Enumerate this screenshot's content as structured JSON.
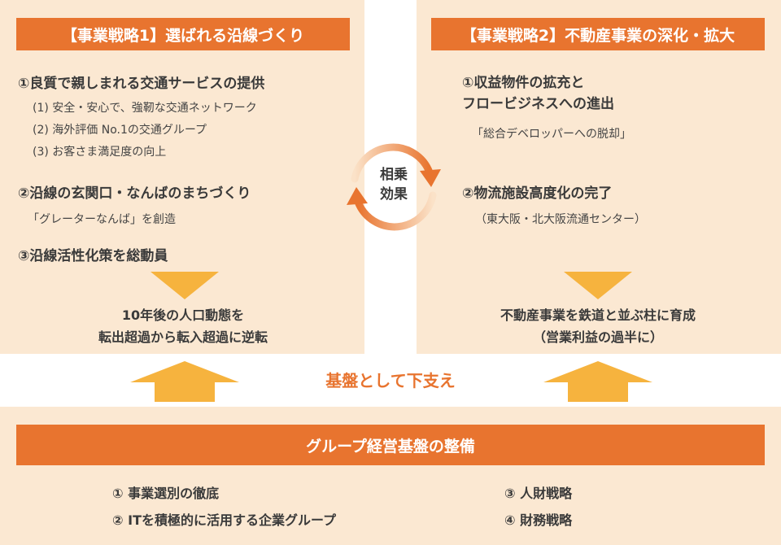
{
  "left": {
    "title": "【事業戦略1】選ばれる沿線づくり",
    "item1": "①良質で親しまれる交通サービスの提供",
    "item1_sub": [
      "(1) 安全・安心で、強靭な交通ネットワーク",
      "(2) 海外評価 No.1の交通グループ",
      "(3) お客さま満足度の向上"
    ],
    "item2": "②沿線の玄関口・なんばのまちづくり",
    "item2_sub": "「グレーターなんば」を創造",
    "item3": "③沿線活性化策を総動員",
    "result_line1": "10年後の人口動態を",
    "result_line2": "転出超過から転入超過に逆転"
  },
  "right": {
    "title": "【事業戦略2】不動産事業の深化・拡大",
    "item1_line1": "①収益物件の拡充と",
    "item1_line2": "フロービジネスへの進出",
    "item1_sub": "「総合デベロッパーへの脱却」",
    "item2": "②物流施設高度化の完了",
    "item2_sub": "（東大阪・北大阪流通センター）",
    "result_line1": "不動産事業を鉄道と並ぶ柱に育成",
    "result_line2": "（営業利益の過半に）"
  },
  "center": {
    "line1": "相乗",
    "line2": "効果"
  },
  "middle_label": "基盤として下支え",
  "bottom": {
    "title": "グループ経営基盤の整備",
    "items": [
      "① 事業選別の徹底",
      "② ITを積極的に活用する企業グループ",
      "③ 人財戦略",
      "④ 財務戦略"
    ]
  },
  "colors": {
    "accent": "#e8742f",
    "panel": "#fbe8d2",
    "arrow": "#f6b33e",
    "white": "#ffffff"
  }
}
